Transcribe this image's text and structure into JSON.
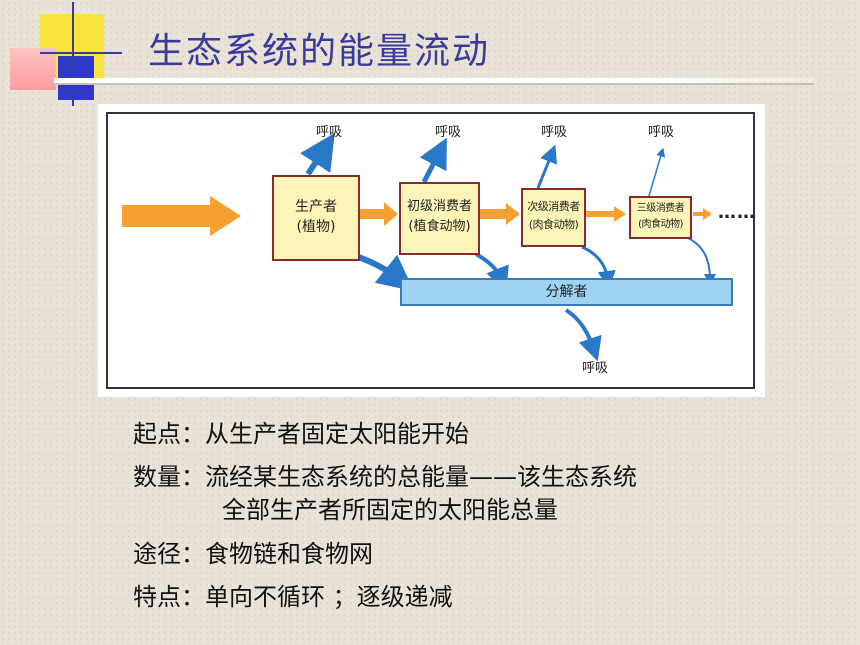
{
  "slide": {
    "title": "生态系统的能量流动"
  },
  "diagram": {
    "producer": {
      "line1": "生产者",
      "line2": "(植物)"
    },
    "primary": {
      "line1": "初级消费者",
      "line2": "(植食动物)"
    },
    "secondary": {
      "line1": "次级消费者",
      "line2": "(肉食动物)"
    },
    "tertiary": {
      "line1": "三级消费者",
      "line2": "(肉食动物)"
    },
    "decomposer": "分解者",
    "respiration": "呼吸",
    "ellipsis": "……"
  },
  "notes": {
    "start": "起点：从生产者固定太阳能开始",
    "amount_line1": "数量：流经某生态系统的总能量——该生态系统",
    "amount_line2": "全部生产者所固定的太阳能总量",
    "pathway": "途径：食物链和食物网",
    "feature": "特点：单向不循环 ；逐级递减"
  },
  "colors": {
    "title": "#3a3a9a",
    "box_fill": "#fdf5b8",
    "box_border": "#8a2a2a",
    "arrow_orange": "#f7a032",
    "arrow_blue": "#2a78c8",
    "decomposer_fill": "#9fd3f2"
  }
}
